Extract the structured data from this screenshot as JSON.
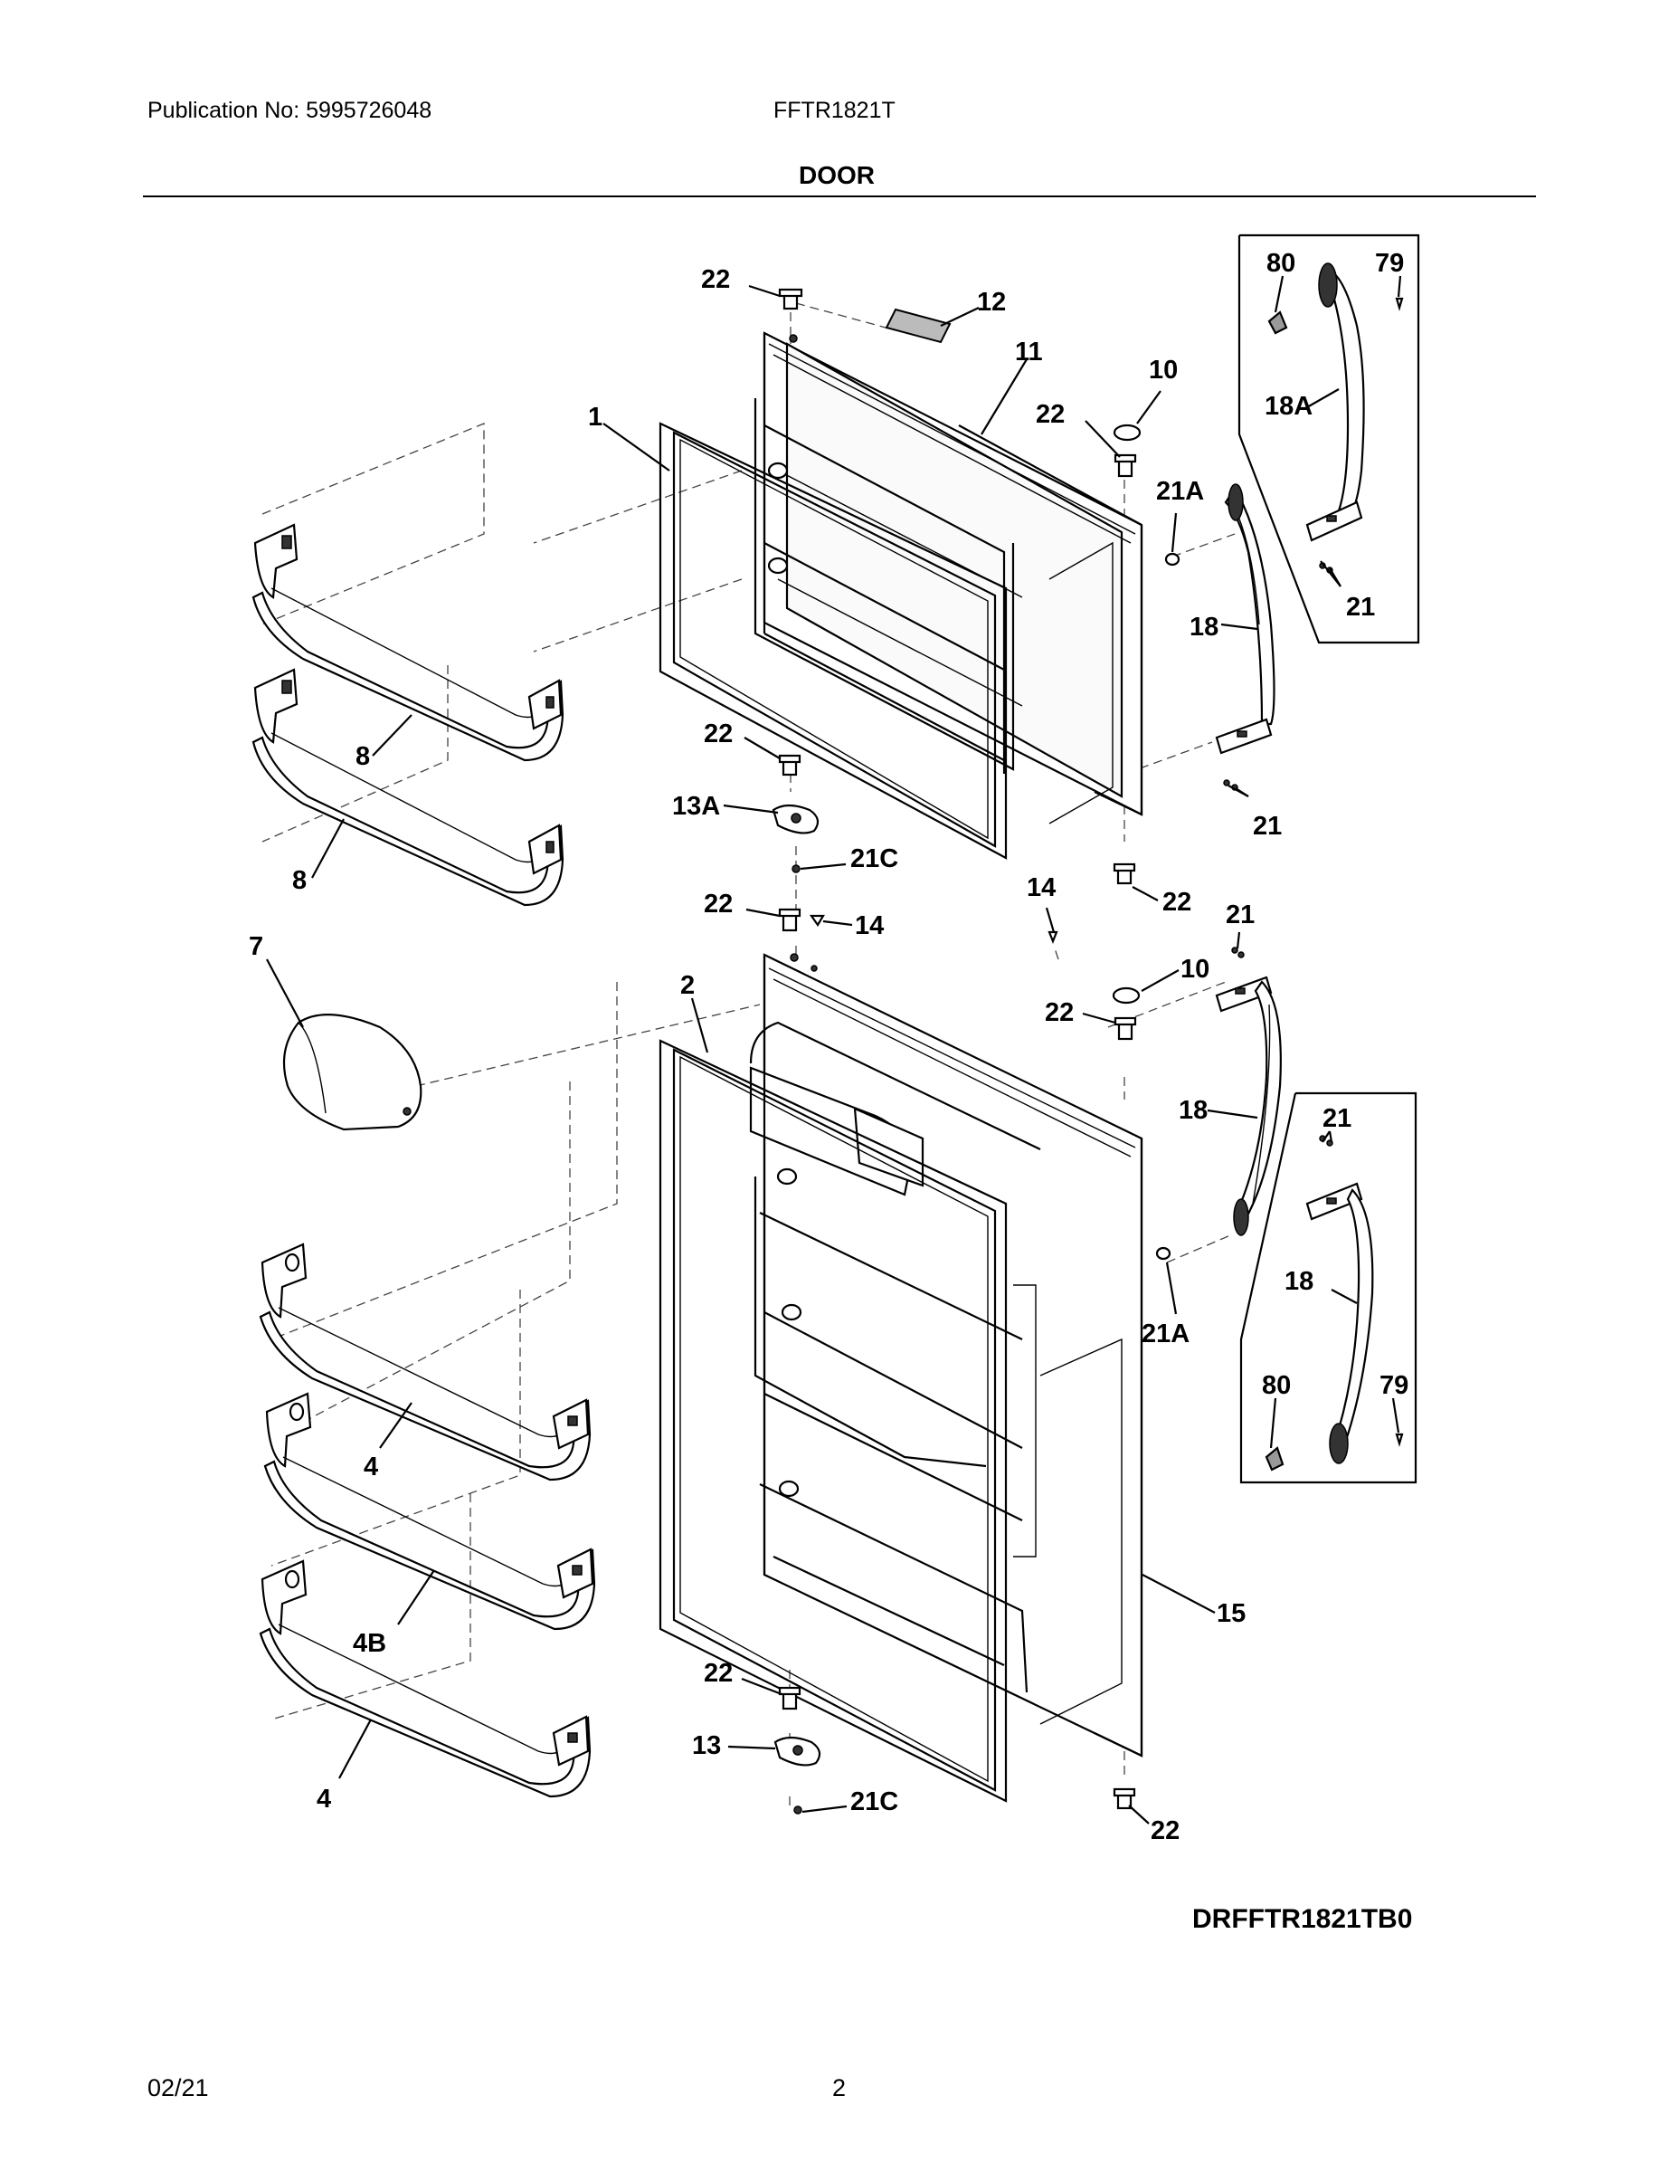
{
  "header": {
    "publication": "Publication No: 5995726048",
    "model": "FFTR1821T",
    "section_title": "DOOR"
  },
  "diagram_code": "DRFFTR1821TB0",
  "footer": {
    "date": "02/21",
    "page_number": "2"
  },
  "callouts": {
    "c22_a": "22",
    "c12": "12",
    "c11": "11",
    "c10_a": "10",
    "c22_b": "22",
    "c1": "1",
    "c21A_a": "21A",
    "c18_a": "18",
    "c22_c": "22",
    "c8_a": "8",
    "c13A": "13A",
    "c8_b": "8",
    "c21C_a": "21C",
    "c14_a": "14",
    "c22_d": "22",
    "c22_e": "22",
    "c14_b": "14",
    "c21_a": "21",
    "c7": "7",
    "c2": "2",
    "c10_b": "10",
    "c22_f": "22",
    "c18_b": "18",
    "c21A_b": "21A",
    "c4_a": "4",
    "c4B": "4B",
    "c15": "15",
    "c22_g": "22",
    "c13": "13",
    "c21C_b": "21C",
    "c4_b": "4",
    "c22_h": "22",
    "c21_b": "21",
    "inset_top": {
      "c80": "80",
      "c79": "79",
      "c18A": "18A",
      "c21": "21"
    },
    "inset_bottom": {
      "c21": "21",
      "c18": "18",
      "c80": "80",
      "c79": "79"
    }
  }
}
